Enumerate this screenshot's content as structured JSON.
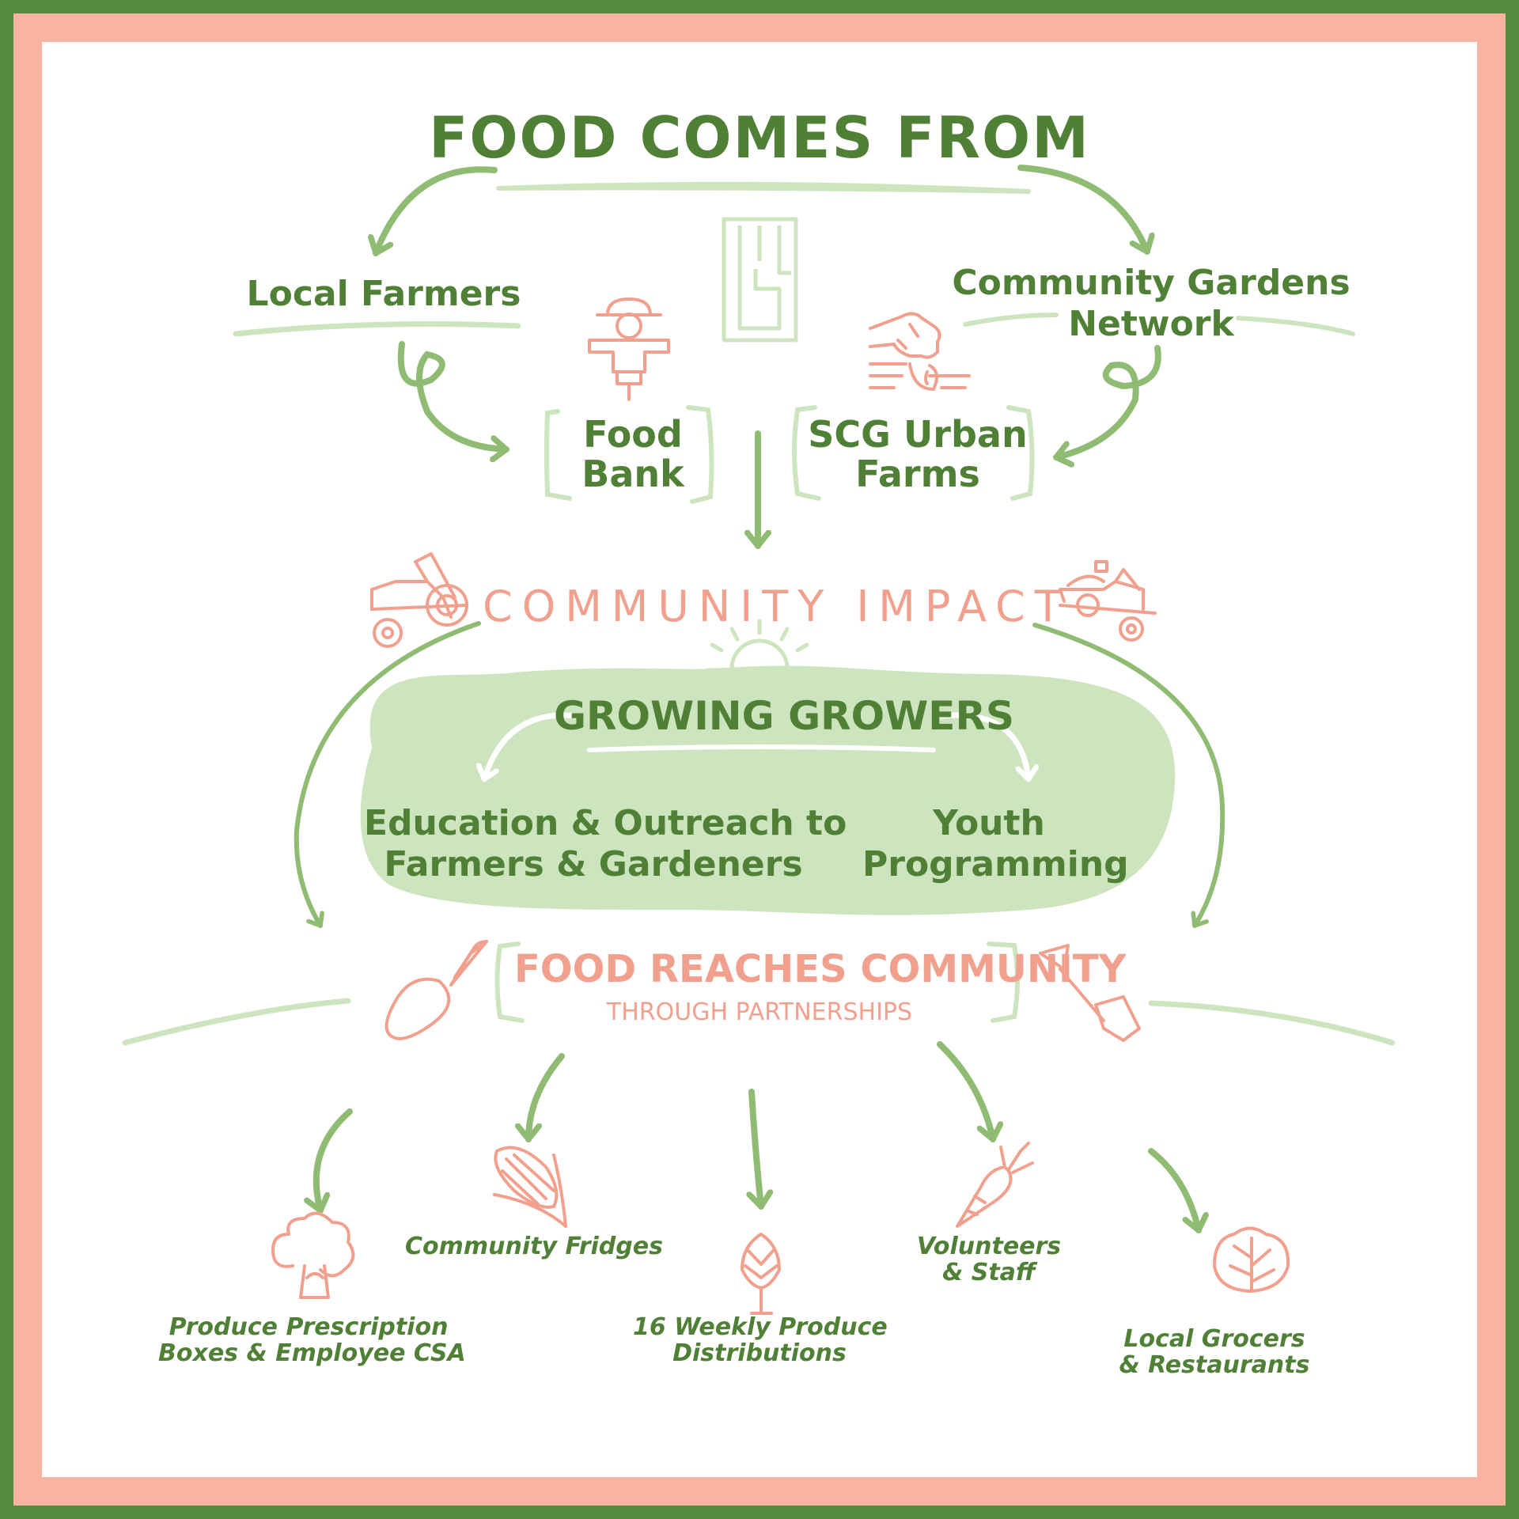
{
  "title": "FOOD COMES FROM",
  "sources": {
    "local_farmers": "Local Farmers",
    "community_gardens": [
      "Community Gardens",
      "Network"
    ],
    "food_bank": [
      "Food",
      "Bank"
    ],
    "scg_urban_farms": [
      "SCG Urban",
      "Farms"
    ]
  },
  "impact": {
    "heading": "COMMUNITY IMPACT",
    "growing_growers": "GROWING GROWERS",
    "education": [
      "Education & Outreach to",
      "Farmers & Gardeners"
    ],
    "youth": [
      "Youth",
      "Programming"
    ]
  },
  "reach": {
    "heading": "FOOD REACHES COMMUNITY",
    "subheading": "THROUGH PARTNERSHIPS"
  },
  "outlets": {
    "produce_prescription": [
      "Produce Prescription",
      "Boxes & Employee CSA"
    ],
    "community_fridges": "Community Fridges",
    "weekly_distributions": [
      "16 Weekly Produce",
      "Distributions"
    ],
    "volunteers": [
      "Volunteers",
      "& Staff"
    ],
    "grocers": [
      "Local Grocers",
      "& Restaurants"
    ]
  },
  "colors": {
    "green_dark": "#4f8036",
    "green_arrow": "#8fbb73",
    "green_light": "#cde5bf",
    "pink": "#f2a08e",
    "frame_green": "#558a3f",
    "frame_pink": "#f8b3a1"
  },
  "icons": [
    "building-logo-icon",
    "scarecrow-icon",
    "seed-hand-icon",
    "tractor-icon",
    "truck-icon",
    "sun-icon",
    "trowel-icon",
    "shovel-icon",
    "corn-icon",
    "broccoli-icon",
    "artichoke-icon",
    "carrot-icon",
    "cabbage-icon"
  ]
}
